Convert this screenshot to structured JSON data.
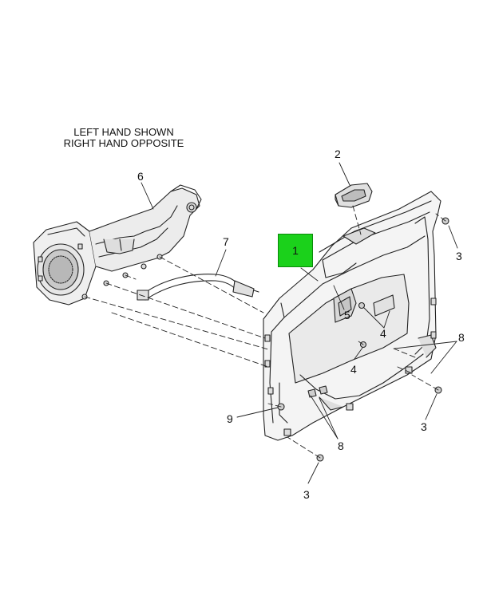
{
  "note": {
    "line1": "LEFT HAND SHOWN",
    "line2": "RIGHT HAND OPPOSITE"
  },
  "callouts": {
    "c1": "1",
    "c2": "2",
    "c3a": "3",
    "c3b": "3",
    "c3c": "3",
    "c4a": "4",
    "c4b": "4",
    "c5": "5",
    "c6": "6",
    "c7": "7",
    "c8a": "8",
    "c8b": "8",
    "c9": "9"
  },
  "colors": {
    "highlight": "#1bd11b",
    "line": "#222222",
    "panel_fill": "#f2f2f2",
    "part_fill": "#e4e4e4",
    "speaker_fill": "#cfcfcf"
  }
}
